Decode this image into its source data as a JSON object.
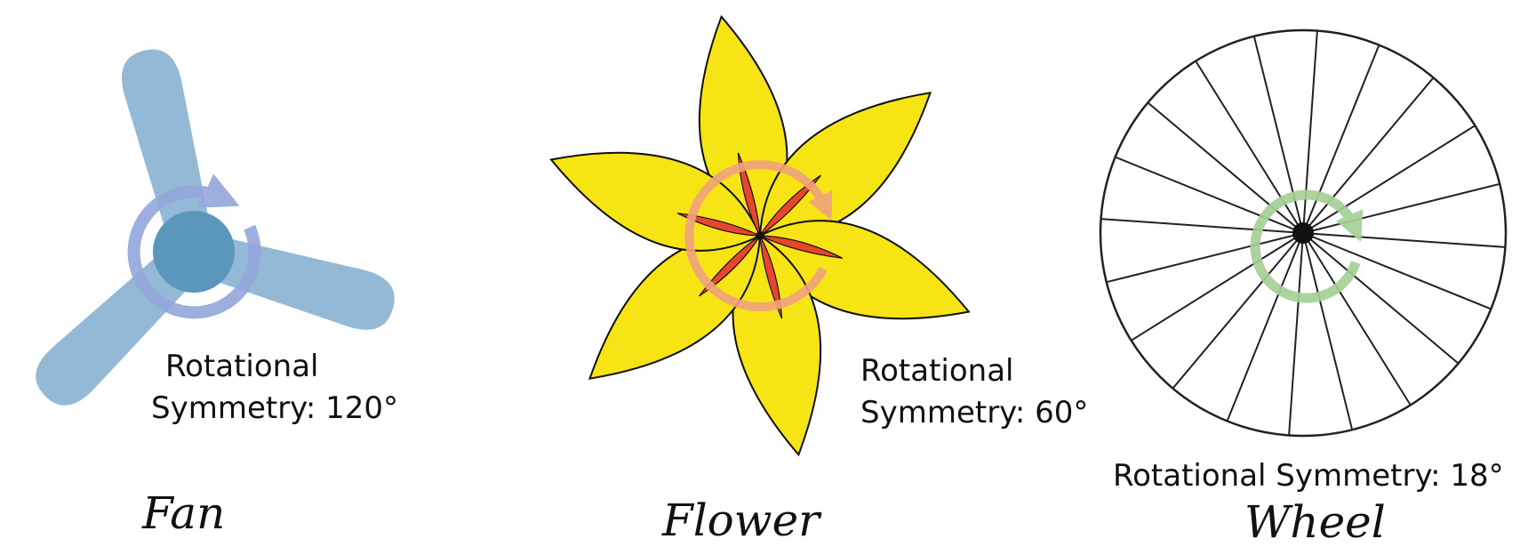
{
  "fan": {
    "label_line1": "Rotational",
    "label_line2": "Symmetry: 120°",
    "title": "Fan",
    "blade_color": "#94b9d6",
    "hub_color": "#5b96bb",
    "arrow_color": "#93a7dc",
    "icon": "rotation-arrow-icon"
  },
  "flower": {
    "label_line1": "Rotational",
    "label_line2": "Symmetry: 60°",
    "title": "Flower",
    "petal_color": "#f7e414",
    "overlap_color": "#e8452b",
    "arrow_color": "#f1a37d",
    "icon": "rotation-arrow-icon"
  },
  "wheel": {
    "label": "Rotational Symmetry: 18°",
    "title": "Wheel",
    "line_color": "#222222",
    "arrow_color": "#a5cf95",
    "icon": "rotation-arrow-icon"
  }
}
